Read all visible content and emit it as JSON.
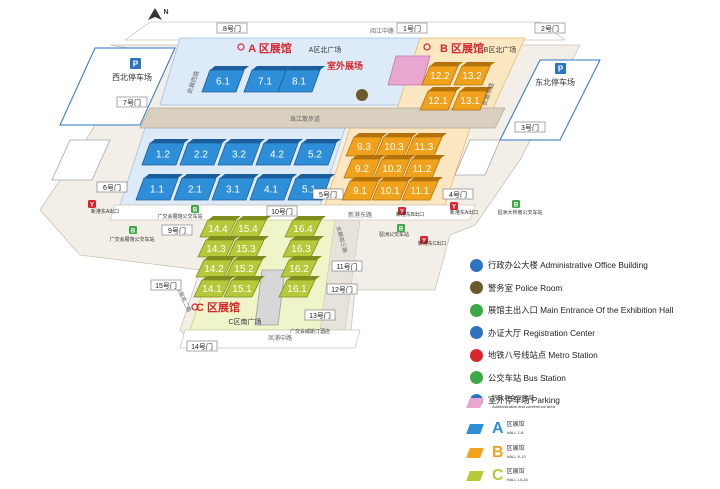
{
  "map": {
    "colors": {
      "zone_a": "#2e8fd8",
      "zone_a_dark": "#1c5d9c",
      "zone_b": "#f0a21d",
      "zone_b_dark": "#b3720b",
      "zone_c": "#b5c93a",
      "zone_c_dark": "#7e8d1d",
      "admin_pink": "#e9a6d0",
      "marker_red": "#d7262e",
      "parking_blue": "#2d74c0",
      "road": "#e7e3dc",
      "plaza_a": "#dcebf7",
      "plaza_b": "#fbe7c2",
      "plaza_c": "#f0f4c9",
      "bridge": "#d9d0c0"
    },
    "compass": "N",
    "gates": [
      "1号门",
      "2号门",
      "3号门",
      "4号门",
      "5号门",
      "6号门",
      "7号门",
      "8号门",
      "9号门",
      "10号门",
      "11号门",
      "12号门",
      "13号门",
      "14号门",
      "15号门"
    ],
    "zone_titles": {
      "a": "A 区展馆",
      "b": "B 区展馆",
      "c": "C 区展馆",
      "outdoor": "室外展场"
    },
    "plazas": {
      "a_north": "A区北广场",
      "b_north": "B区北广场",
      "c_south": "C区南广场"
    },
    "parking": {
      "west_north": "西北停车场",
      "east_north": "东北停车场"
    },
    "roads": {
      "north": "阅江中路",
      "center": "新港东路",
      "south": "凤浦中路",
      "west": "会展西路",
      "east": "会展东路",
      "bridge": "珠江散步道",
      "c_west": "会展南二路",
      "c_east": "会展南三路"
    },
    "halls": {
      "a": [
        "6.1",
        "7.1",
        "8.1",
        "1.2",
        "2.2",
        "3.2",
        "4.2",
        "5.2",
        "1.1",
        "2.1",
        "3.1",
        "4.1",
        "5.1"
      ],
      "b": [
        "12.2",
        "13.2",
        "12.1",
        "13.1",
        "9.3",
        "10.3",
        "11.3",
        "9.2",
        "10.2",
        "11.2",
        "9.1",
        "10.1",
        "11.1"
      ],
      "c": [
        "14.4",
        "15.4",
        "16.4",
        "14.3",
        "15.3",
        "16.3",
        "14.2",
        "15.2",
        "16.2",
        "14.1",
        "15.1",
        "16.1"
      ]
    },
    "labels": {
      "metro_a_exit": "新港东A出口",
      "metro_b_exit": "新港东B出口",
      "metro_c_exit": "新港东C出口",
      "metro_a_exit2": "新港东A出口",
      "bus_guangjiao": "广交会展馆公交车站",
      "bus_guangjiao2": "广交会展馆公交车站",
      "bus_pazhou": "琶洲大桥南公交车站",
      "bus_pazhou2": "琶洲公交车站",
      "hotel": "广交会威斯汀酒店"
    }
  },
  "legend": {
    "items": [
      {
        "label": "行政办公大楼 Administrative Office Building",
        "icon": "admin-building-icon",
        "color": "#2d74c0"
      },
      {
        "label": "警务室 Police Room",
        "icon": "police-badge-icon",
        "color": "#6b5a2c"
      },
      {
        "label": "展馆主出入口 Main Entrance Of the Exhibition Hall",
        "icon": "entrance-icon",
        "color": "#3fa845"
      },
      {
        "label": "办证大厅 Registration Center",
        "icon": "registration-icon",
        "color": "#2d74c0"
      },
      {
        "label": "地铁八号线站点 Metro Station",
        "icon": "metro-icon",
        "color": "#d7262e"
      },
      {
        "label": "公交车站 Bus Station",
        "icon": "bus-icon",
        "color": "#3fa845"
      },
      {
        "label": "室外停车场 Parking",
        "icon": "parking-icon",
        "color": "#2d74c0"
      }
    ],
    "zones": [
      {
        "letter": "",
        "title": "行政与会议区域",
        "sub": "Administrative and conference area",
        "color": "#e9a6d0"
      },
      {
        "letter": "A",
        "title": "区展馆",
        "sub": "HALL 1-8",
        "color": "#2e8fd8"
      },
      {
        "letter": "B",
        "title": "区展馆",
        "sub": "HALL 9-13",
        "color": "#f0a21d"
      },
      {
        "letter": "C",
        "title": "区展馆",
        "sub": "HALL 14-16",
        "color": "#b5c93a"
      }
    ]
  }
}
